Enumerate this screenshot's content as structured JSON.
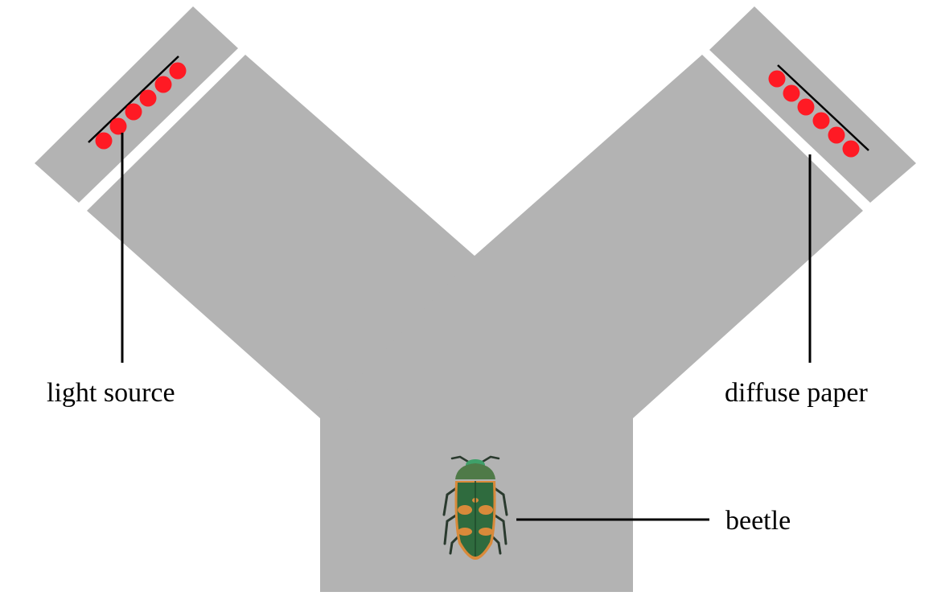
{
  "diagram": {
    "labels": {
      "light_source": "light source",
      "diffuse_paper": "diffuse paper",
      "beetle": "beetle"
    },
    "colors": {
      "maze": "#b3b3b3",
      "background": "#ffffff",
      "led": "#ff1a24",
      "line": "#000000",
      "beetle_body": "#2f6b3e",
      "beetle_spots": "#d98a3a"
    },
    "led_count_per_arm": 6
  }
}
